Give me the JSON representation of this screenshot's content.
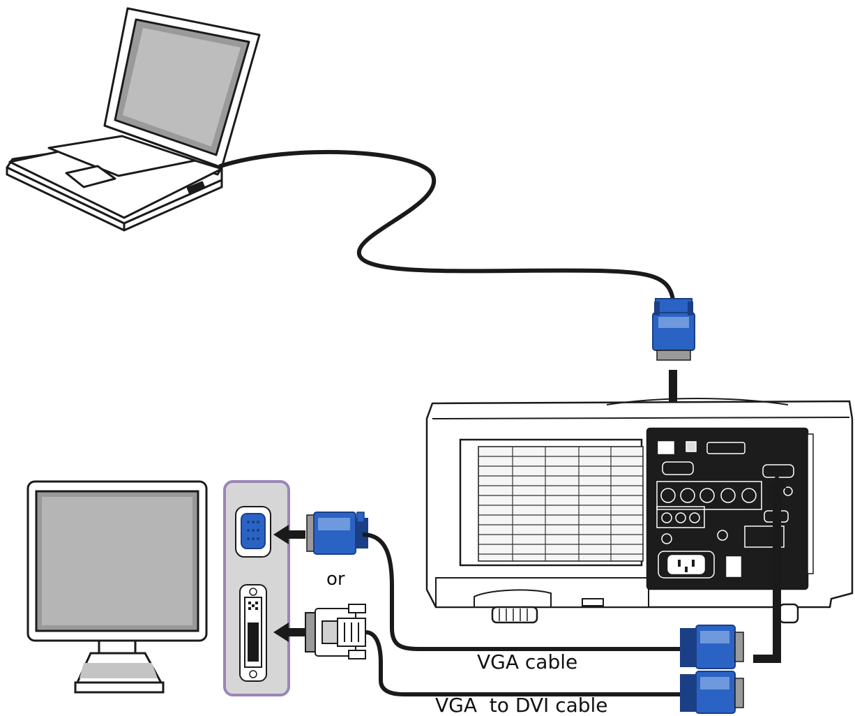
{
  "labels": {
    "or": "or",
    "vga_cable": "VGA cable",
    "vga_to_dvi_cable": "VGA  to DVI cable"
  },
  "colors": {
    "connector_blue": "#2a63c4",
    "connector_blue_dark": "#1b3f86",
    "connector_blue_light": "#6f99dd",
    "port_panel_border": "#9a86b8",
    "port_panel_fill": "#d6d6d6",
    "projector_panel": "#1c1c1c",
    "cable": "#1a1a1a"
  },
  "icons": [
    "laptop-icon",
    "monitor-icon",
    "projector-icon",
    "vga-port-icon",
    "dvi-port-icon",
    "vga-connector-icon",
    "dvi-connector-icon",
    "arrow-icon"
  ]
}
